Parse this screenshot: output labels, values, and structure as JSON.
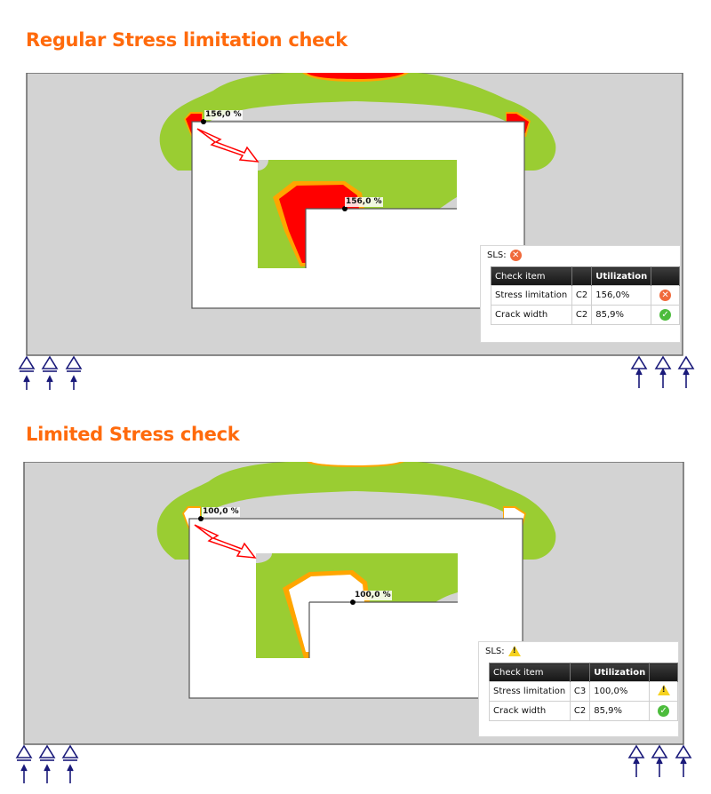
{
  "panels": [
    {
      "title": "Regular Stress limitation check",
      "label_corner": "156,0 %",
      "label_detail": "156,0 %",
      "sls_label": "SLS:",
      "sls_status": "error",
      "table": {
        "headers": [
          "Check item",
          "",
          "Utilization",
          ""
        ],
        "rows": [
          {
            "item": "Stress limitation",
            "comb": "C2",
            "util": "156,0%",
            "status": "error"
          },
          {
            "item": "Crack width",
            "comb": "C2",
            "util": "85,9%",
            "status": "ok"
          }
        ]
      }
    },
    {
      "title": "Limited Stress check",
      "label_corner": "100,0 %",
      "label_detail": "100,0 %",
      "sls_label": "SLS:",
      "sls_status": "warning",
      "table": {
        "headers": [
          "Check item",
          "",
          "Utilization",
          ""
        ],
        "rows": [
          {
            "item": "Stress limitation",
            "comb": "C3",
            "util": "100,0%",
            "status": "warning"
          },
          {
            "item": "Crack width",
            "comb": "C2",
            "util": "85,9%",
            "status": "ok"
          }
        ]
      }
    }
  ],
  "colors": {
    "title": "#ff6a0c",
    "beam": "#d3d3d3",
    "green": "#9acd32",
    "orange": "#ffa500",
    "red": "#ff0000",
    "support": "#1a1a7a",
    "arrow": "#ff0000"
  },
  "icons": {
    "error": "error-circle-icon",
    "ok": "check-circle-icon",
    "warning": "warning-triangle-icon",
    "support": "pin-support-icon",
    "reaction": "reaction-arrow-icon"
  }
}
